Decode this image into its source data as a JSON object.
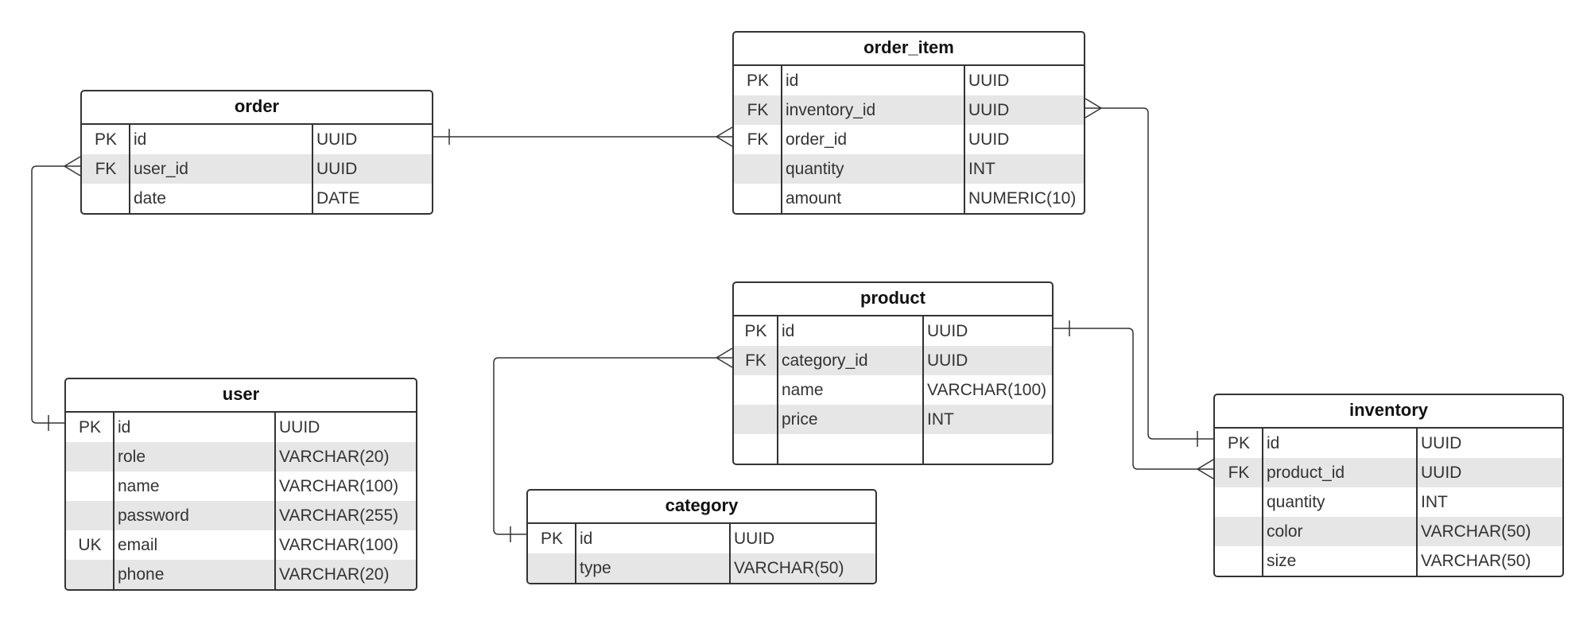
{
  "entities": {
    "order": {
      "title": "order",
      "rows": [
        {
          "key": "PK",
          "name": "id",
          "type": "UUID"
        },
        {
          "key": "FK",
          "name": "user_id",
          "type": "UUID"
        },
        {
          "key": "",
          "name": "date",
          "type": "DATE"
        }
      ]
    },
    "order_item": {
      "title": "order_item",
      "rows": [
        {
          "key": "PK",
          "name": "id",
          "type": "UUID"
        },
        {
          "key": "FK",
          "name": "inventory_id",
          "type": "UUID"
        },
        {
          "key": "FK",
          "name": "order_id",
          "type": "UUID"
        },
        {
          "key": "",
          "name": "quantity",
          "type": "INT"
        },
        {
          "key": "",
          "name": "amount",
          "type": "NUMERIC(10)"
        }
      ]
    },
    "product": {
      "title": "product",
      "rows": [
        {
          "key": "PK",
          "name": "id",
          "type": "UUID"
        },
        {
          "key": "FK",
          "name": "category_id",
          "type": "UUID"
        },
        {
          "key": "",
          "name": "name",
          "type": "VARCHAR(100)"
        },
        {
          "key": "",
          "name": "price",
          "type": "INT"
        },
        {
          "key": "",
          "name": "",
          "type": ""
        }
      ]
    },
    "user": {
      "title": "user",
      "rows": [
        {
          "key": "PK",
          "name": "id",
          "type": "UUID"
        },
        {
          "key": "",
          "name": "role",
          "type": "VARCHAR(20)"
        },
        {
          "key": "",
          "name": "name",
          "type": "VARCHAR(100)"
        },
        {
          "key": "",
          "name": "password",
          "type": "VARCHAR(255)"
        },
        {
          "key": "UK",
          "name": "email",
          "type": "VARCHAR(100)"
        },
        {
          "key": "",
          "name": "phone",
          "type": "VARCHAR(20)"
        }
      ]
    },
    "category": {
      "title": "category",
      "rows": [
        {
          "key": "PK",
          "name": "id",
          "type": "UUID"
        },
        {
          "key": "",
          "name": "type",
          "type": "VARCHAR(50)"
        }
      ]
    },
    "inventory": {
      "title": "inventory",
      "rows": [
        {
          "key": "PK",
          "name": "id",
          "type": "UUID"
        },
        {
          "key": "FK",
          "name": "product_id",
          "type": "UUID"
        },
        {
          "key": "",
          "name": "quantity",
          "type": "INT"
        },
        {
          "key": "",
          "name": "color",
          "type": "VARCHAR(50)"
        },
        {
          "key": "",
          "name": "size",
          "type": "VARCHAR(50)"
        }
      ]
    }
  },
  "relationships": [
    {
      "from": "order.id",
      "to": "order_item.order_id",
      "from_end": "one",
      "to_end": "many"
    },
    {
      "from": "user.id",
      "to": "order.user_id",
      "from_end": "one",
      "to_end": "many"
    },
    {
      "from": "inventory.id",
      "to": "order_item.inventory_id",
      "from_end": "one",
      "to_end": "many"
    },
    {
      "from": "product.id",
      "to": "inventory.product_id",
      "from_end": "one",
      "to_end": "many"
    },
    {
      "from": "category.id",
      "to": "product.category_id",
      "from_end": "one",
      "to_end": "many"
    }
  ]
}
